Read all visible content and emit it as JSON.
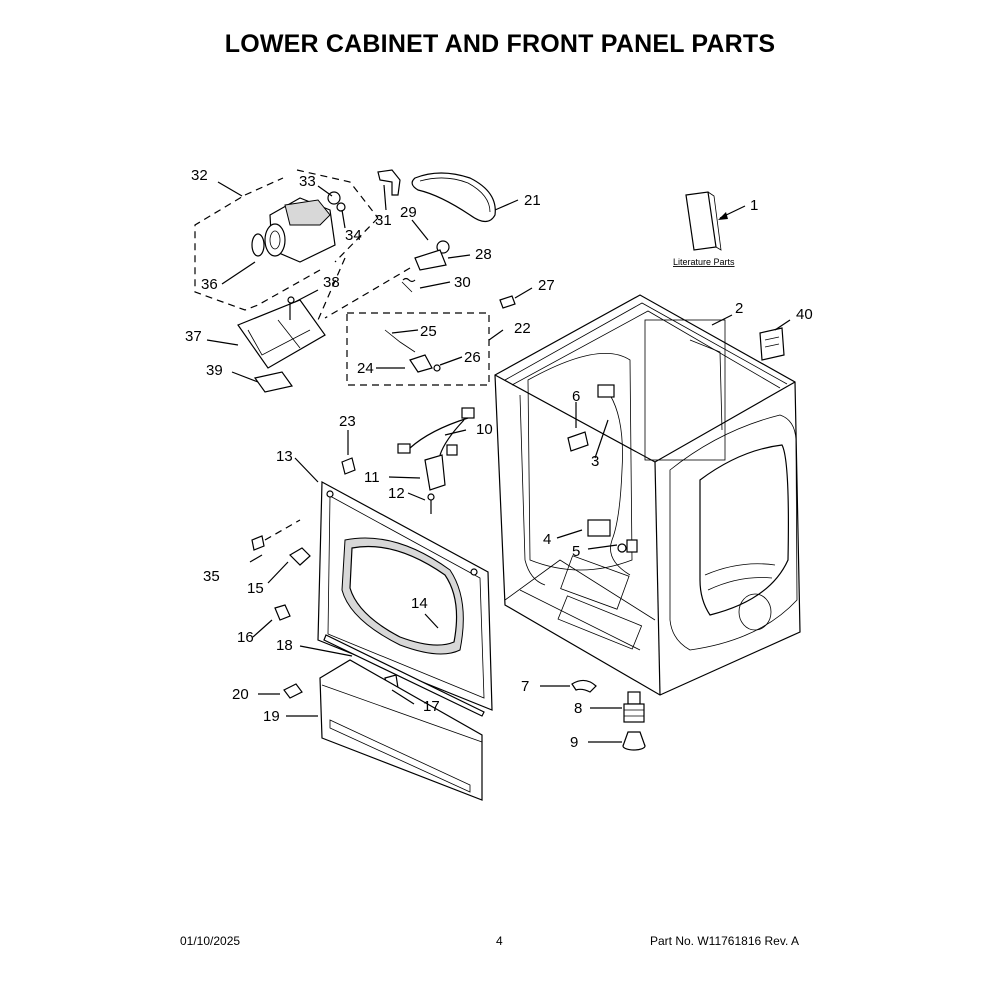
{
  "title": "LOWER CABINET AND FRONT PANEL PARTS",
  "literature_label": "Literature Parts",
  "callouts": [
    "1",
    "2",
    "3",
    "4",
    "5",
    "6",
    "7",
    "8",
    "9",
    "10",
    "11",
    "12",
    "13",
    "14",
    "15",
    "16",
    "17",
    "18",
    "19",
    "20",
    "21",
    "22",
    "23",
    "24",
    "25",
    "26",
    "27",
    "28",
    "29",
    "30",
    "31",
    "32",
    "33",
    "34",
    "35",
    "36",
    "37",
    "38",
    "39",
    "40"
  ],
  "footer": {
    "date": "01/10/2025",
    "page": "4",
    "part_number": "Part No.  W11761816  Rev.  A"
  }
}
